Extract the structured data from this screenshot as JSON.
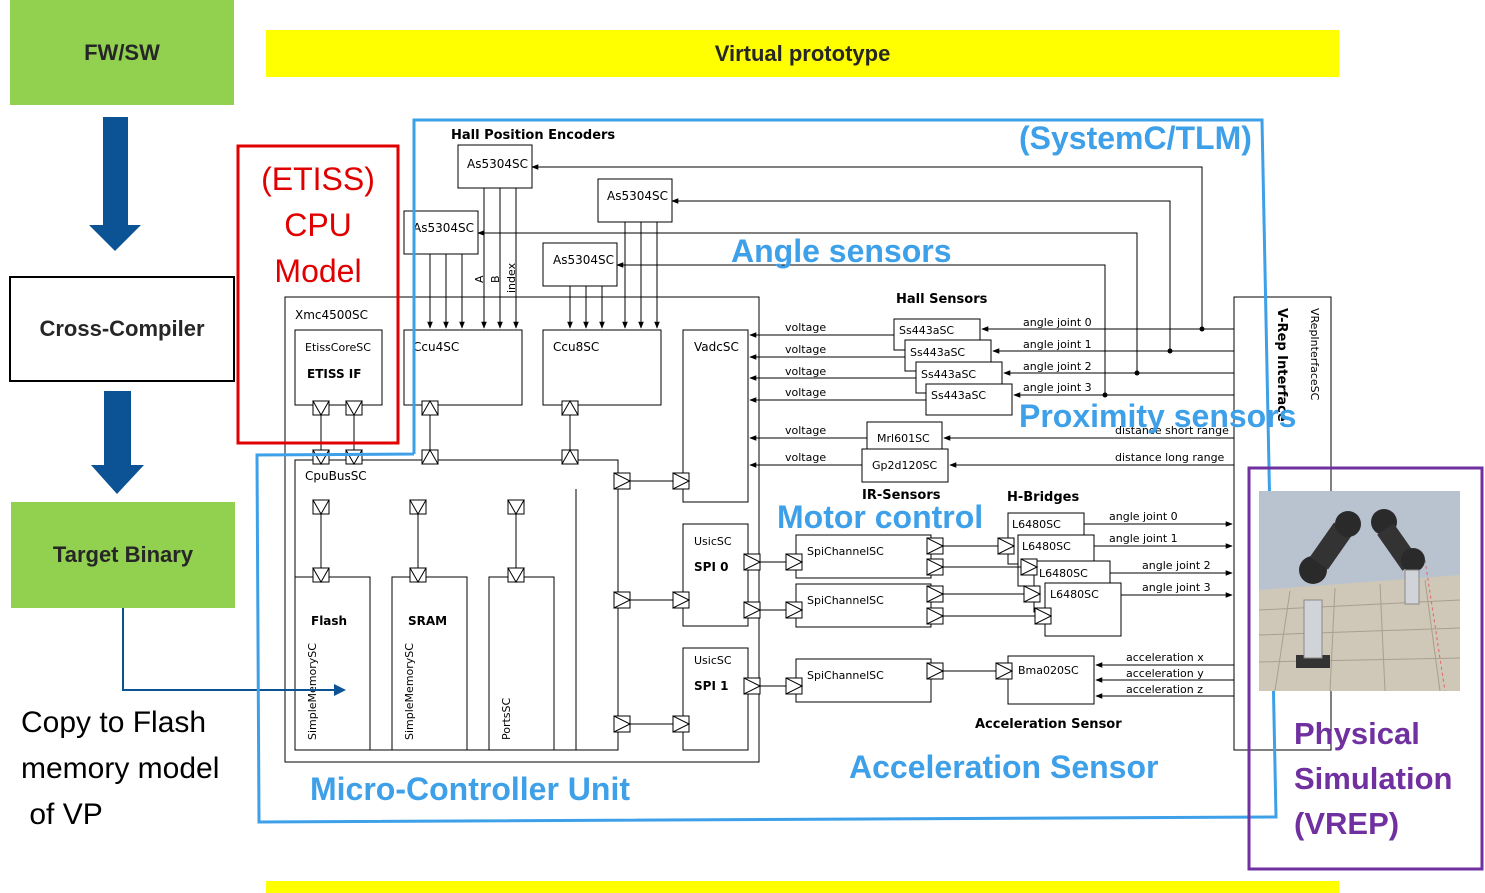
{
  "flow": {
    "fw_sw": "FW/SW",
    "cross_compiler": "Cross-Compiler",
    "target_binary": "Target Binary",
    "copy_line1": "Copy to Flash",
    "copy_line2": "memory model",
    "copy_line3": " of VP"
  },
  "banner": {
    "title": "Virtual prototype"
  },
  "overlays": {
    "etiss1": "(ETISS)",
    "etiss2": "CPU",
    "etiss3": "Model",
    "systemc": "(SystemC/TLM)",
    "angle_sensors": "Angle sensors",
    "proximity_sensors": "Proximity sensors",
    "motor_control": "Motor control",
    "acceleration_sensor": "Acceleration Sensor",
    "mcu": "Micro-Controller Unit",
    "physical1": "Physical",
    "physical2": "Simulation",
    "physical3": "(VREP)"
  },
  "diagram": {
    "hall_position_encoders": "Hall Position Encoders",
    "as5304": "As5304SC",
    "a": "A",
    "b": "B",
    "index": "index",
    "xmc": "Xmc4500SC",
    "etiss_core": "EtissCoreSC",
    "etiss_if": "ETISS IF",
    "ccu4": "Ccu4SC",
    "ccu8": "Ccu8SC",
    "vadc": "VadcSC",
    "cpubus": "CpuBusSC",
    "flash": "Flash",
    "sram": "SRAM",
    "simple_memory": "SimpleMemorySC",
    "ports": "PortsSC",
    "usic": "UsicSC",
    "spi0": "SPI 0",
    "spi1": "SPI 1",
    "spi_channel": "SpiChannelSC",
    "hall_sensors": "Hall Sensors",
    "ss443": "Ss443aSC",
    "voltage": "voltage",
    "angle_joint_0": "angle joint 0",
    "angle_joint_1": "angle joint 1",
    "angle_joint_2": "angle joint 2",
    "angle_joint_3": "angle joint 3",
    "mrl601": "Mrl601SC",
    "gp2d120": "Gp2d120SC",
    "distance_short": "distance short range",
    "distance_long": "distance long range",
    "ir_sensors": "IR-Sensors",
    "h_bridges": "H-Bridges",
    "l6480": "L6480SC",
    "bma020": "Bma020SC",
    "accel_x": "acceleration x",
    "accel_y": "acceleration y",
    "accel_z": "acceleration z",
    "accel_sensor_label": "Acceleration Sensor",
    "vrep_interface": "V-Rep Interface",
    "vrep_interface_sc": "VRepInterfaceSC"
  }
}
